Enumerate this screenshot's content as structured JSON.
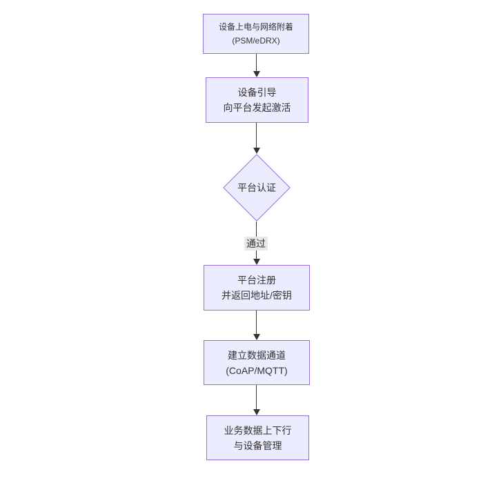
{
  "colors": {
    "canvas_bg": "#ffffff",
    "node_fill": "#ECECFF",
    "node_border": "#9370DB",
    "text": "#333333",
    "edge": "#333333",
    "edge_label_bg": "#e8e8e8"
  },
  "flowchart": {
    "type": "flowchart-top-down",
    "nodes": [
      {
        "id": "power-on",
        "shape": "rect",
        "lines": [
          "设备上电与网络附着",
          "(PSM/eDRX)"
        ]
      },
      {
        "id": "bootstrap",
        "shape": "rect",
        "lines": [
          "设备引导",
          "向平台发起激活"
        ]
      },
      {
        "id": "platform-auth",
        "shape": "diamond",
        "lines": [
          "平台认证"
        ]
      },
      {
        "id": "platform-register",
        "shape": "rect",
        "lines": [
          "平台注册",
          "并返回地址/密钥"
        ]
      },
      {
        "id": "data-channel",
        "shape": "rect",
        "lines": [
          "建立数据通道",
          "(CoAP/MQTT)"
        ]
      },
      {
        "id": "business-data",
        "shape": "rect",
        "lines": [
          "业务数据上下行",
          "与设备管理"
        ]
      }
    ],
    "edges": [
      {
        "from": "power-on",
        "to": "bootstrap",
        "label": ""
      },
      {
        "from": "bootstrap",
        "to": "platform-auth",
        "label": ""
      },
      {
        "from": "platform-auth",
        "to": "platform-register",
        "label": "通过"
      },
      {
        "from": "platform-register",
        "to": "data-channel",
        "label": ""
      },
      {
        "from": "data-channel",
        "to": "business-data",
        "label": ""
      }
    ]
  }
}
